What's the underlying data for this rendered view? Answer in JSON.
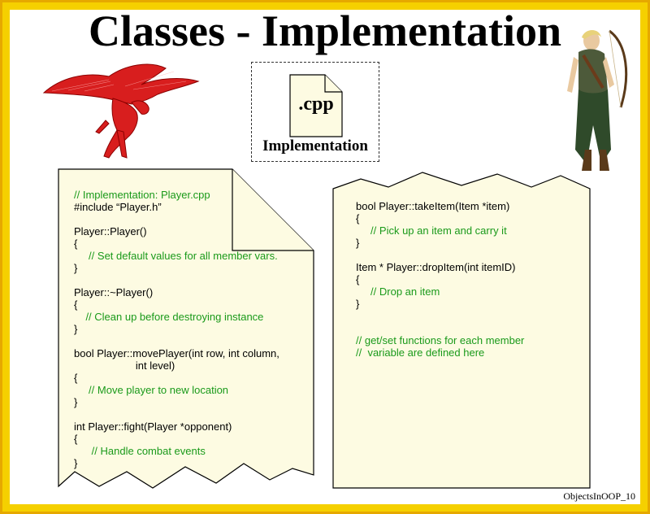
{
  "title": "Classes - Implementation",
  "file_icon": {
    "ext": ".cpp",
    "label": "Implementation"
  },
  "left_code": [
    {
      "text": "// Implementation: Player.cpp",
      "type": "comment"
    },
    {
      "text": "#include “Player.h”",
      "type": "code"
    },
    {
      "text": "",
      "type": "code"
    },
    {
      "text": "Player::Player()",
      "type": "code"
    },
    {
      "text": "{",
      "type": "code"
    },
    {
      "text": "     // Set default values for all member vars.",
      "type": "comment"
    },
    {
      "text": "}",
      "type": "code"
    },
    {
      "text": "",
      "type": "code"
    },
    {
      "text": "Player::~Player()",
      "type": "code"
    },
    {
      "text": "{",
      "type": "code"
    },
    {
      "text": "    // Clean up before destroying instance",
      "type": "comment"
    },
    {
      "text": "}",
      "type": "code"
    },
    {
      "text": "",
      "type": "code"
    },
    {
      "text": "bool Player::movePlayer(int row, int column,",
      "type": "code"
    },
    {
      "text": "                     int level)",
      "type": "code"
    },
    {
      "text": "{",
      "type": "code"
    },
    {
      "text": "     // Move player to new location",
      "type": "comment"
    },
    {
      "text": "}",
      "type": "code"
    },
    {
      "text": "",
      "type": "code"
    },
    {
      "text": "int Player::fight(Player *opponent)",
      "type": "code"
    },
    {
      "text": "{",
      "type": "code"
    },
    {
      "text": "      // Handle combat events",
      "type": "comment"
    },
    {
      "text": "}",
      "type": "code"
    }
  ],
  "right_code": [
    {
      "text": "bool Player::takeItem(Item *item)",
      "type": "code"
    },
    {
      "text": "{",
      "type": "code"
    },
    {
      "text": "     // Pick up an item and carry it",
      "type": "comment"
    },
    {
      "text": "}",
      "type": "code"
    },
    {
      "text": "",
      "type": "code"
    },
    {
      "text": "Item * Player::dropItem(int itemID)",
      "type": "code"
    },
    {
      "text": "{",
      "type": "code"
    },
    {
      "text": "     // Drop an item",
      "type": "comment"
    },
    {
      "text": "}",
      "type": "code"
    },
    {
      "text": "",
      "type": "code"
    },
    {
      "text": "",
      "type": "code"
    },
    {
      "text": "// get/set functions for each member",
      "type": "comment"
    },
    {
      "text": "//  variable are defined here",
      "type": "comment"
    }
  ],
  "footer": "ObjectsInOOP_10",
  "colors": {
    "border": "#f5d000",
    "paper": "#fdfbe2",
    "comment": "#1a9a1a",
    "dragon": "#d81e1e"
  }
}
